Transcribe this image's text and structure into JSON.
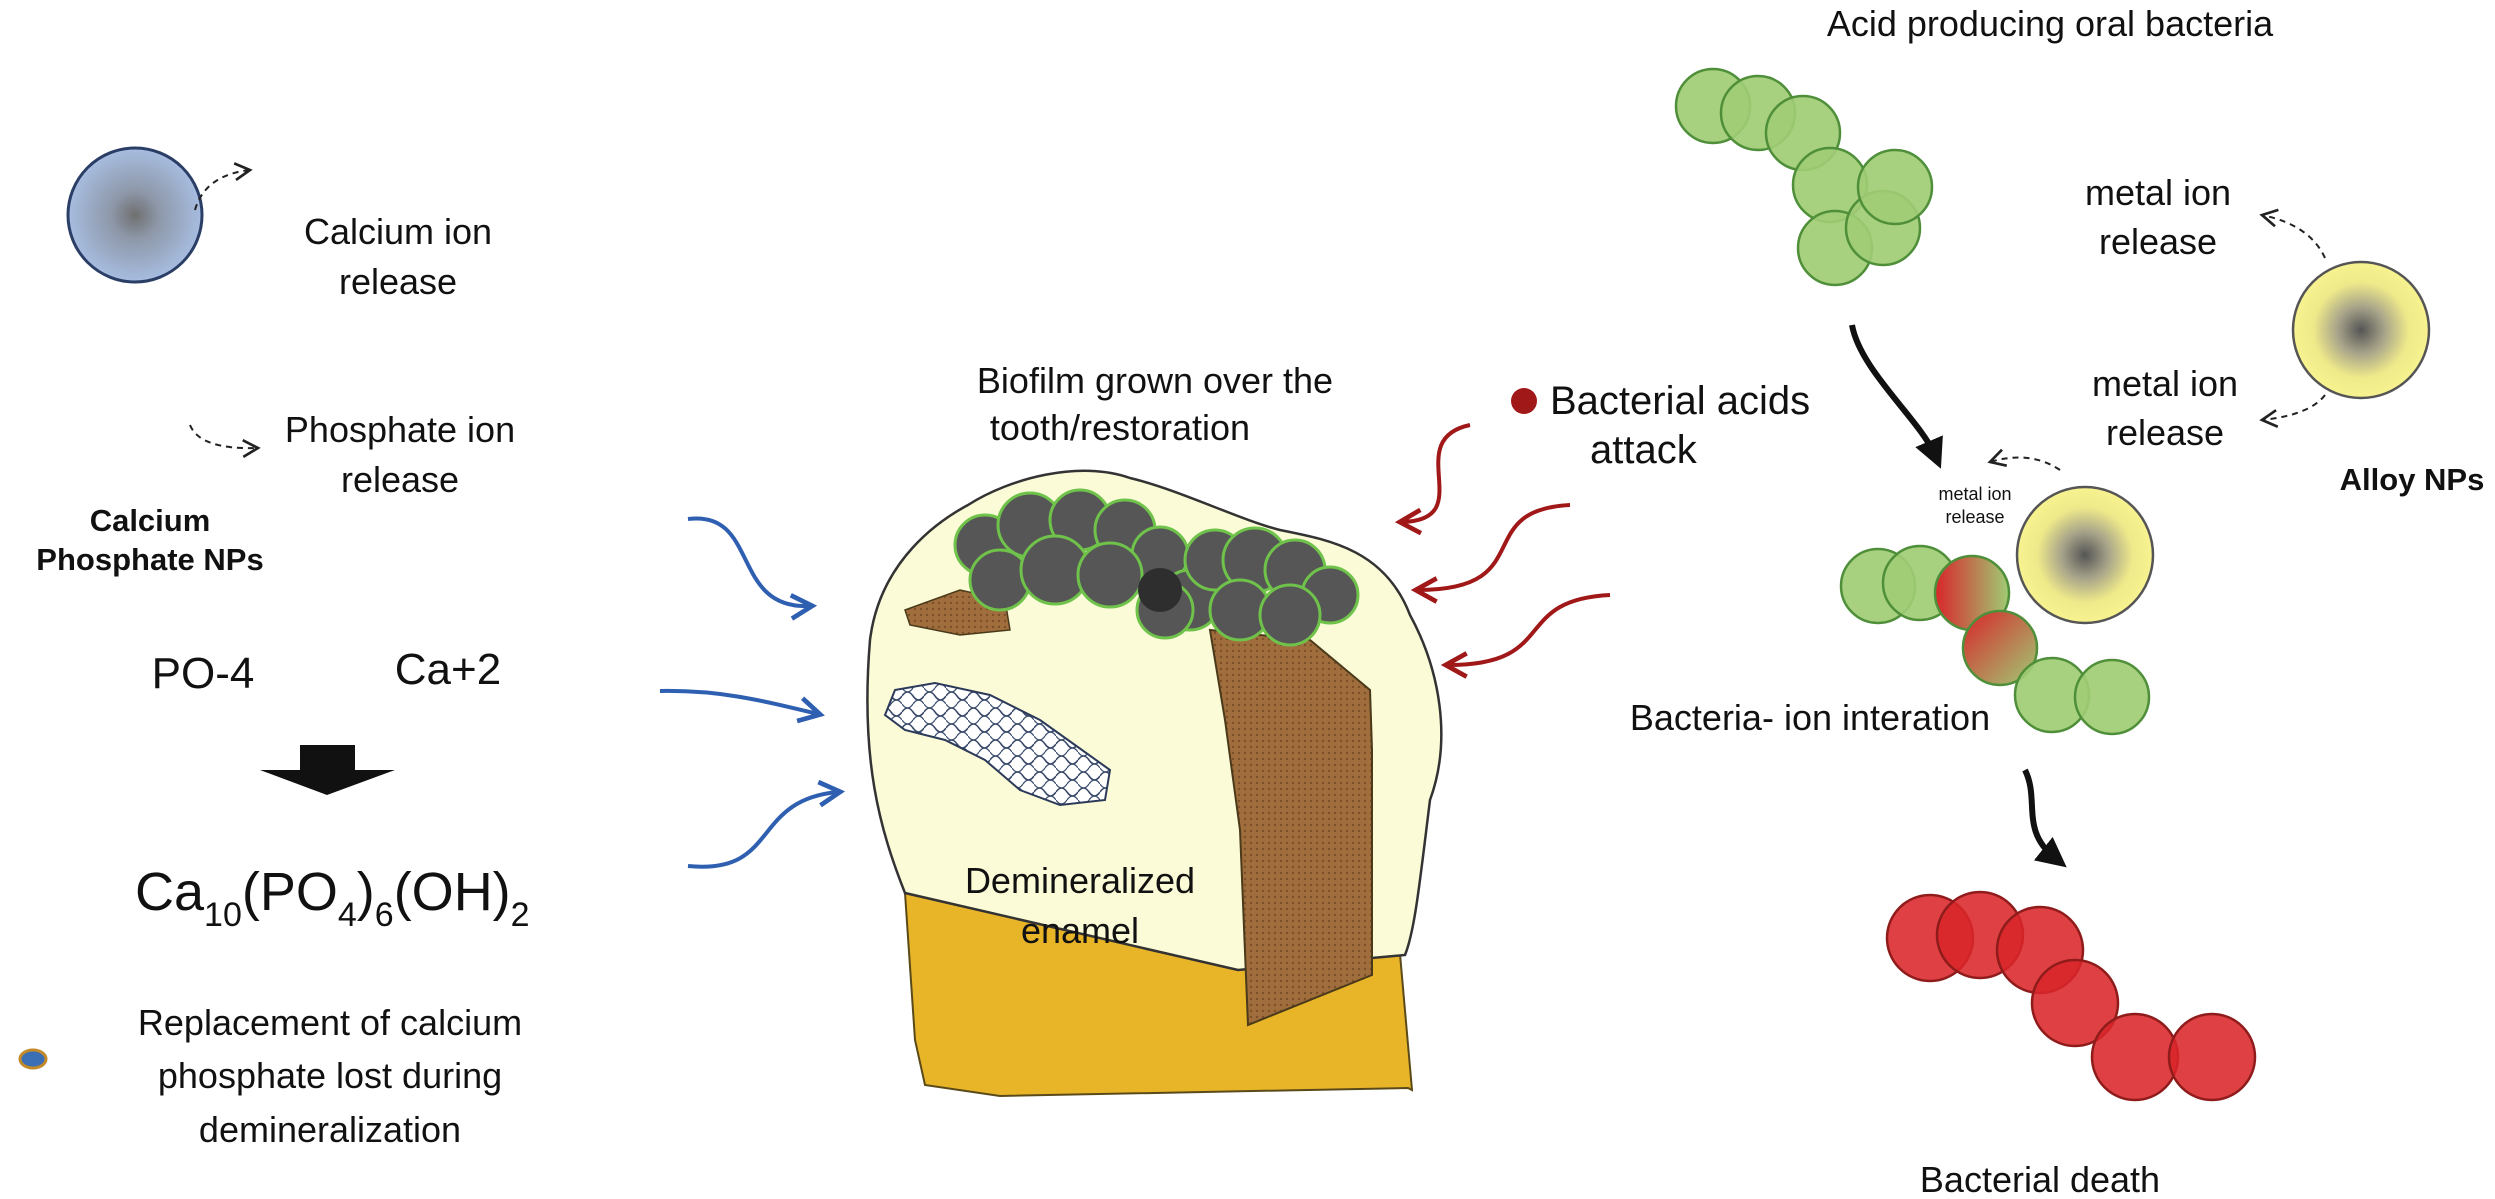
{
  "figure": {
    "calcium_phosphate": {
      "nps_label_line1": "Calcium",
      "nps_label_line2": "Phosphate NPs",
      "calcium_release_line1": "Calcium ion",
      "calcium_release_line2": "release",
      "phosphate_release_line1": "Phosphate ion",
      "phosphate_release_line2": "release",
      "ion_po4": "PO-4",
      "ion_ca": "Ca+2",
      "formula": {
        "ca": "Ca",
        "ca_sub": "10",
        "po4": "(PO",
        "po4_sub": "4",
        "po4_close": ")",
        "po4_group_sub": "6",
        "oh": "(OH)",
        "oh_sub": "2"
      },
      "legend_line1": "Replacement of calcium",
      "legend_line2": "phosphate lost during",
      "legend_line3": "demineralization",
      "colors": {
        "np_fill": "#a7bde0",
        "np_core": "#6f6f6f",
        "legend_dot": "#3b6fb5"
      }
    },
    "tooth": {
      "biofilm_label_line1": "Biofilm grown over the",
      "biofilm_label_line2": "tooth/restoration",
      "demineralized_line1": "Demineralized",
      "demineralized_line2": "enamel",
      "colors": {
        "enamel": "#fbfbd7",
        "root": "#e8b428",
        "restoration": "#9c6a3c",
        "biofilm": "#565656",
        "biofilm_edge": "#6fc24a",
        "blue_arrows": "#2e5fb0",
        "red_arrows": "#a01818"
      }
    },
    "acids": {
      "label_line1": "Bacterial acids",
      "label_line2": "attack",
      "dot_color": "#a01818"
    },
    "bacteria": {
      "acid_producing_label": "Acid producing oral  bacteria",
      "metal_release_upper_line1": "metal ion",
      "metal_release_upper_line2": "release",
      "metal_release_lower_line1": "metal ion",
      "metal_release_lower_line2": "release",
      "metal_release_small_line1": "metal ion",
      "metal_release_small_line2": "release",
      "alloy_label": "Alloy NPs",
      "interaction_label": "Bacteria- ion interation",
      "death_label": "Bacterial death",
      "colors": {
        "bacteria_green": "#9fcc74",
        "bacteria_edge": "#4f8f3a",
        "bacteria_red": "#d9252a",
        "alloy_fill": "#f5f08a",
        "alloy_core": "#5a5a5a"
      }
    }
  }
}
